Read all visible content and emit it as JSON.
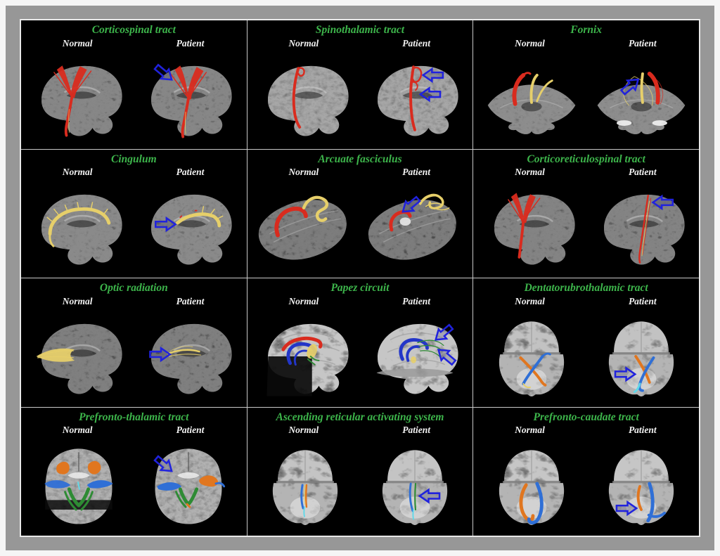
{
  "labels": {
    "normal": "Normal",
    "patient": "Patient"
  },
  "colors": {
    "page_bg": "#f5f5f5",
    "frame_gray": "#979797",
    "inner_border": "#e9e9e9",
    "figure_bg": "#000000",
    "divider": "#c9c9c9",
    "title_green": "#3db54b",
    "label_white": "#f2f2f2",
    "arrow_blue": "#2022dd",
    "tract_red": "#d92b1e",
    "tract_yellow": "#e6cf6a",
    "tract_orange": "#e0761f",
    "tract_blue": "#2f6fd6",
    "tract_deep_blue": "#2336c8",
    "tract_green": "#2e8b34",
    "tract_cyan": "#62d8e8"
  },
  "panels": [
    {
      "key": "corticospinal-tract",
      "title": "Corticospinal tract",
      "view": "sagittal MRI",
      "tracts": [
        "red"
      ],
      "patient_arrows": [
        "down-right"
      ]
    },
    {
      "key": "spinothalamic-tract",
      "title": "Spinothalamic tract",
      "view": "sagittal MRI",
      "tracts": [
        "red"
      ],
      "patient_arrows": [
        "left",
        "left"
      ]
    },
    {
      "key": "fornix",
      "title": "Fornix",
      "view": "axial MRI",
      "tracts": [
        "red",
        "yellow"
      ],
      "patient_arrows": [
        "up-right"
      ]
    },
    {
      "key": "cingulum",
      "title": "Cingulum",
      "view": "sagittal MRI",
      "tracts": [
        "yellow"
      ],
      "patient_arrows": [
        "right"
      ]
    },
    {
      "key": "arcuate-fasciculus",
      "title": "Arcuate fasciculus",
      "view": "oblique MRI",
      "tracts": [
        "red",
        "yellow"
      ],
      "patient_arrows": [
        "down-left"
      ]
    },
    {
      "key": "corticoreticulospinal-tract",
      "title": "Corticoreticulospinal tract",
      "view": "sagittal MRI",
      "tracts": [
        "red"
      ],
      "patient_arrows": [
        "left"
      ]
    },
    {
      "key": "optic-radiation",
      "title": "Optic radiation",
      "view": "sagittal MRI",
      "tracts": [
        "yellow"
      ],
      "patient_arrows": [
        "right"
      ]
    },
    {
      "key": "papez-circuit",
      "title": "Papez circuit",
      "view": "sagittal 3D render",
      "tracts": [
        "red",
        "deep_blue",
        "yellow",
        "green"
      ],
      "patient_arrows": [
        "down-left",
        "up-left"
      ]
    },
    {
      "key": "dentatorubrothalamic-tract",
      "title": "Dentatorubrothalamic tract",
      "view": "posterior 3D render",
      "tracts": [
        "orange",
        "blue"
      ],
      "patient_arrows": [
        "right"
      ]
    },
    {
      "key": "prefronto-thalamic-tract",
      "title": "Prefronto-thalamic tract",
      "view": "coronal MRI",
      "tracts": [
        "orange",
        "blue",
        "green"
      ],
      "patient_arrows": [
        "down-right"
      ]
    },
    {
      "key": "ascending-reticular-activating-system",
      "title": "Ascending reticular activating system",
      "view": "posterior 3D render",
      "tracts": [
        "blue",
        "orange",
        "green"
      ],
      "patient_arrows": [
        "left"
      ]
    },
    {
      "key": "prefronto-caudate-tract",
      "title": "Prefronto-caudate tract",
      "view": "posterior 3D render",
      "tracts": [
        "orange",
        "blue"
      ],
      "patient_arrows": [
        "right"
      ]
    }
  ]
}
